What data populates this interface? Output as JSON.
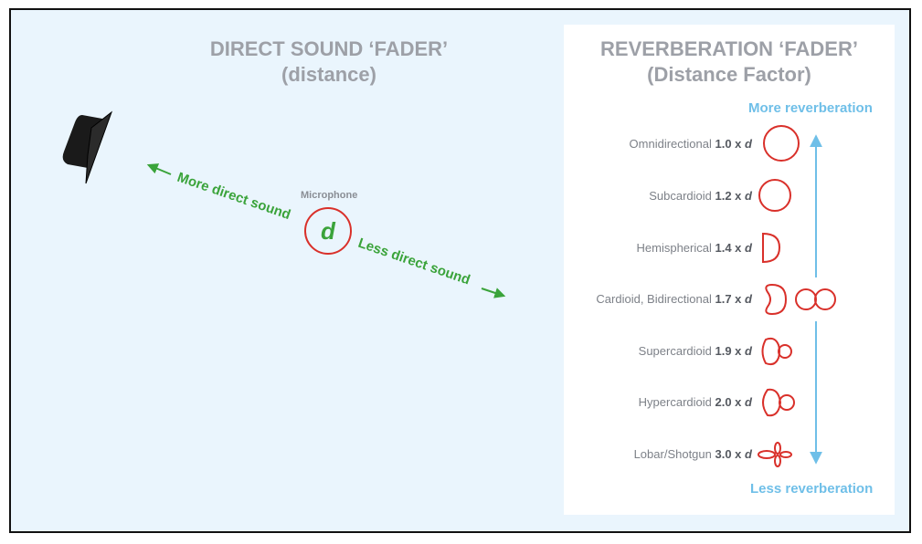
{
  "left_title": {
    "line1": "DIRECT SOUND ‘FADER’",
    "line2": "(distance)"
  },
  "right_title": {
    "line1": "REVERBERATION ‘FADER’",
    "line2": "(Distance Factor)"
  },
  "microphone": {
    "label": "Microphone",
    "symbol": "d"
  },
  "arrows": {
    "more_direct": "More direct sound",
    "less_direct": "Less direct sound"
  },
  "reverb": {
    "more": "More reverberation",
    "less": "Less reverberation"
  },
  "patterns": [
    {
      "name": "Omnidirectional",
      "factor": "1.0 x",
      "var": "d",
      "icon": "omni-pattern-icon"
    },
    {
      "name": "Subcardioid",
      "factor": "1.2 x",
      "var": "d",
      "icon": "subcardioid-pattern-icon"
    },
    {
      "name": "Hemispherical",
      "factor": "1.4 x",
      "var": "d",
      "icon": "hemispherical-pattern-icon"
    },
    {
      "name": "Cardioid, Bidirectional",
      "factor": "1.7 x",
      "var": "d",
      "icon": "cardioid-bidirectional-pattern-icon"
    },
    {
      "name": "Supercardioid",
      "factor": "1.9 x",
      "var": "d",
      "icon": "supercardioid-pattern-icon"
    },
    {
      "name": "Hypercardioid",
      "factor": "2.0 x",
      "var": "d",
      "icon": "hypercardioid-pattern-icon"
    },
    {
      "name": "Lobar/Shotgun",
      "factor": "3.0 x",
      "var": "d",
      "icon": "shotgun-pattern-icon"
    }
  ],
  "colors": {
    "red": "#d9302a",
    "green": "#3aa33a",
    "blue": "#6fbfe8",
    "gray": "#9da0a7"
  }
}
